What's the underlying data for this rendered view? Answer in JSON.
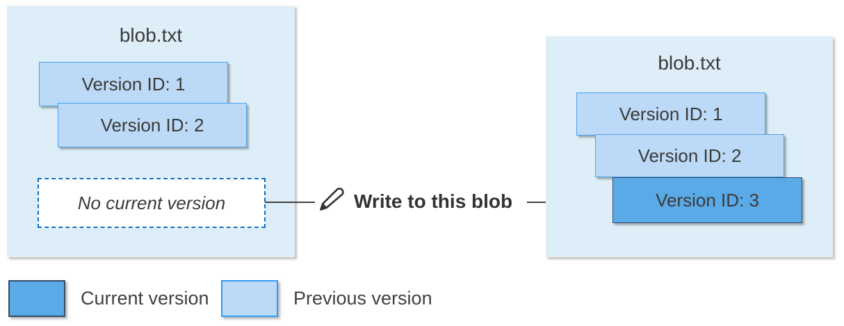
{
  "left_blob": {
    "title": "blob.txt",
    "versions": [
      {
        "label": "Version ID: 1",
        "state": "previous"
      },
      {
        "label": "Version ID: 2",
        "state": "previous"
      }
    ],
    "no_current_label": "No current version"
  },
  "action": {
    "label": "Write to this blob",
    "icon": "pencil-icon"
  },
  "right_blob": {
    "title": "blob.txt",
    "versions": [
      {
        "label": "Version ID: 1",
        "state": "previous"
      },
      {
        "label": "Version ID: 2",
        "state": "previous"
      },
      {
        "label": "Version ID: 3",
        "state": "current"
      }
    ]
  },
  "legend": {
    "items": [
      {
        "label": "Current version",
        "color": "#5AAAE8"
      },
      {
        "label": "Previous version",
        "color": "#BCDAF7"
      }
    ]
  },
  "colors": {
    "container_fill": "#DDEEF8",
    "previous_fill": "#BCDAF7",
    "previous_border": "#46A1EE",
    "current_fill": "#5AAAE8",
    "current_border": "#344B66",
    "dashed_border": "#0F6FC0",
    "arrow": "#404040",
    "text": "#3B3A39"
  }
}
